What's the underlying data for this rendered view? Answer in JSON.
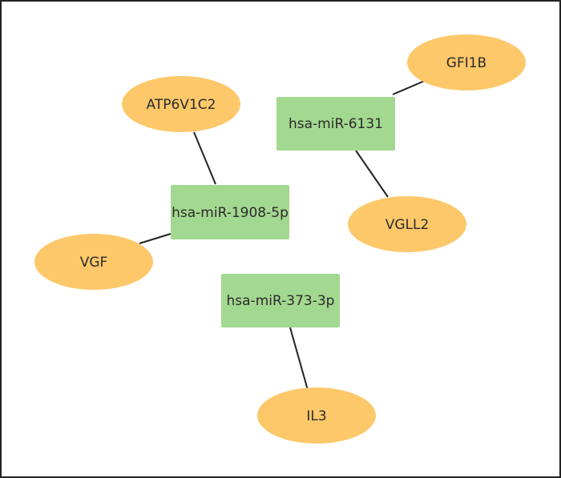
{
  "diagram": {
    "colors": {
      "gene_fill": "#FDC86A",
      "mirna_fill": "#A3D890",
      "edge": "#222222",
      "border": "#222222",
      "text": "#2B2B2B"
    },
    "mirnas": [
      {
        "id": "mir6131",
        "label": "hsa-miR-6131"
      },
      {
        "id": "mir1908",
        "label": "hsa-miR-1908-5p"
      },
      {
        "id": "mir373",
        "label": "hsa-miR-373-3p"
      }
    ],
    "genes": [
      {
        "id": "gfi1b",
        "label": "GFI1B"
      },
      {
        "id": "atp6v1c2",
        "label": "ATP6V1C2"
      },
      {
        "id": "vgll2",
        "label": "VGLL2"
      },
      {
        "id": "vgf",
        "label": "VGF"
      },
      {
        "id": "il3",
        "label": "IL3"
      }
    ],
    "edges": [
      {
        "from": "mir6131",
        "to": "gfi1b"
      },
      {
        "from": "mir6131",
        "to": "vgll2"
      },
      {
        "from": "mir1908",
        "to": "atp6v1c2"
      },
      {
        "from": "mir1908",
        "to": "vgf"
      },
      {
        "from": "mir373",
        "to": "il3"
      }
    ]
  }
}
